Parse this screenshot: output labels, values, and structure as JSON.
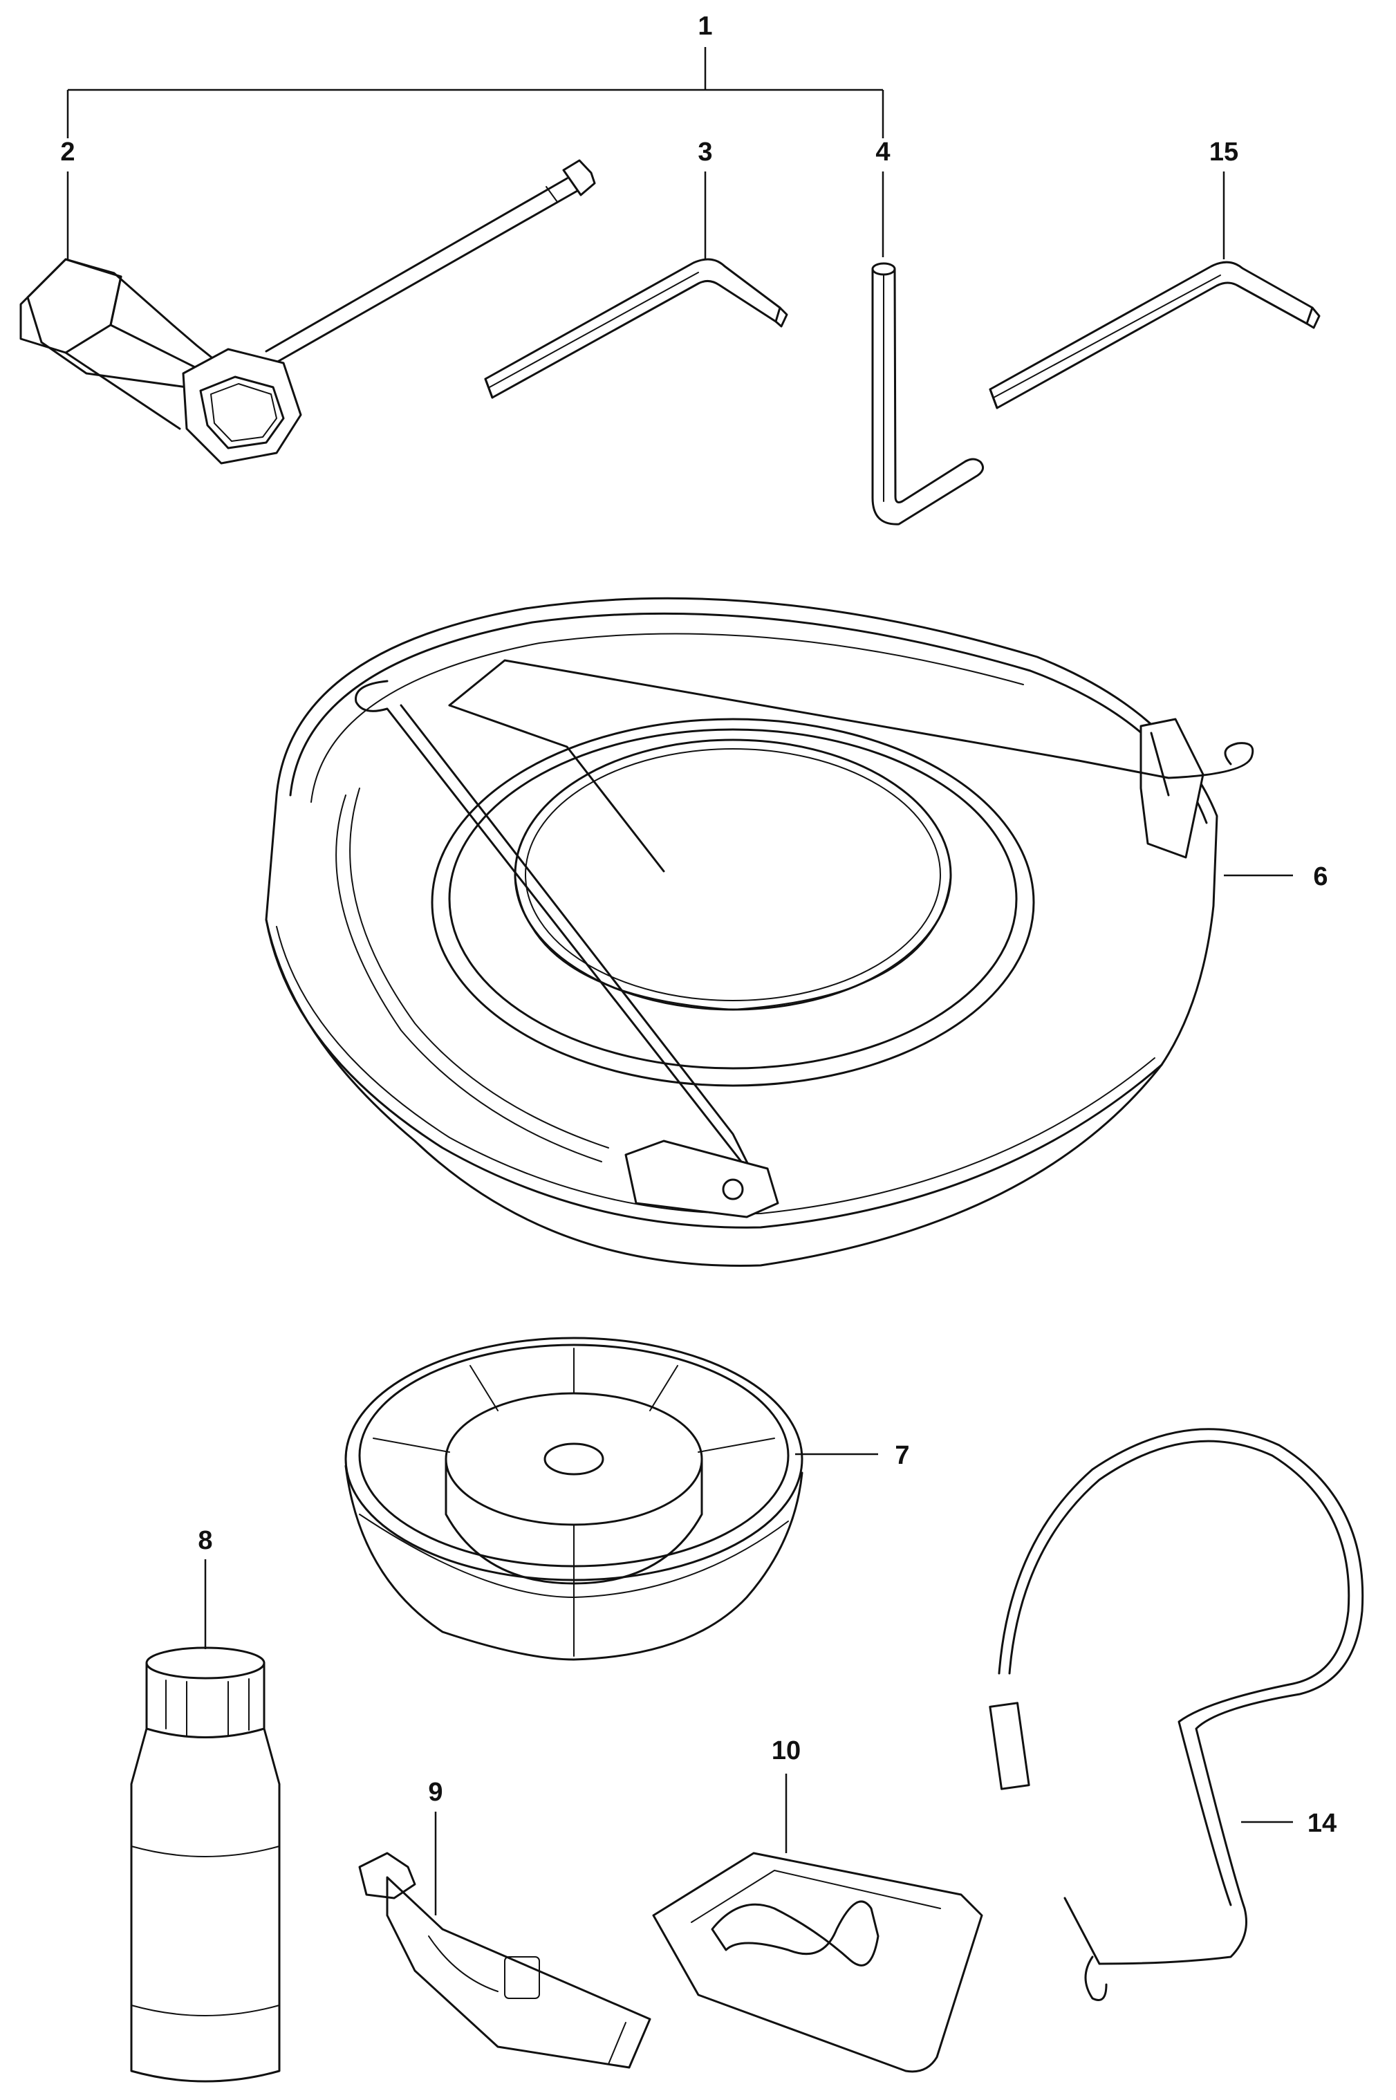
{
  "callouts": {
    "c1": "1",
    "c2": "2",
    "c3": "3",
    "c4": "4",
    "c15": "15",
    "c6": "6",
    "c7": "7",
    "c8": "8",
    "c9": "9",
    "c10": "10",
    "c14": "14"
  }
}
